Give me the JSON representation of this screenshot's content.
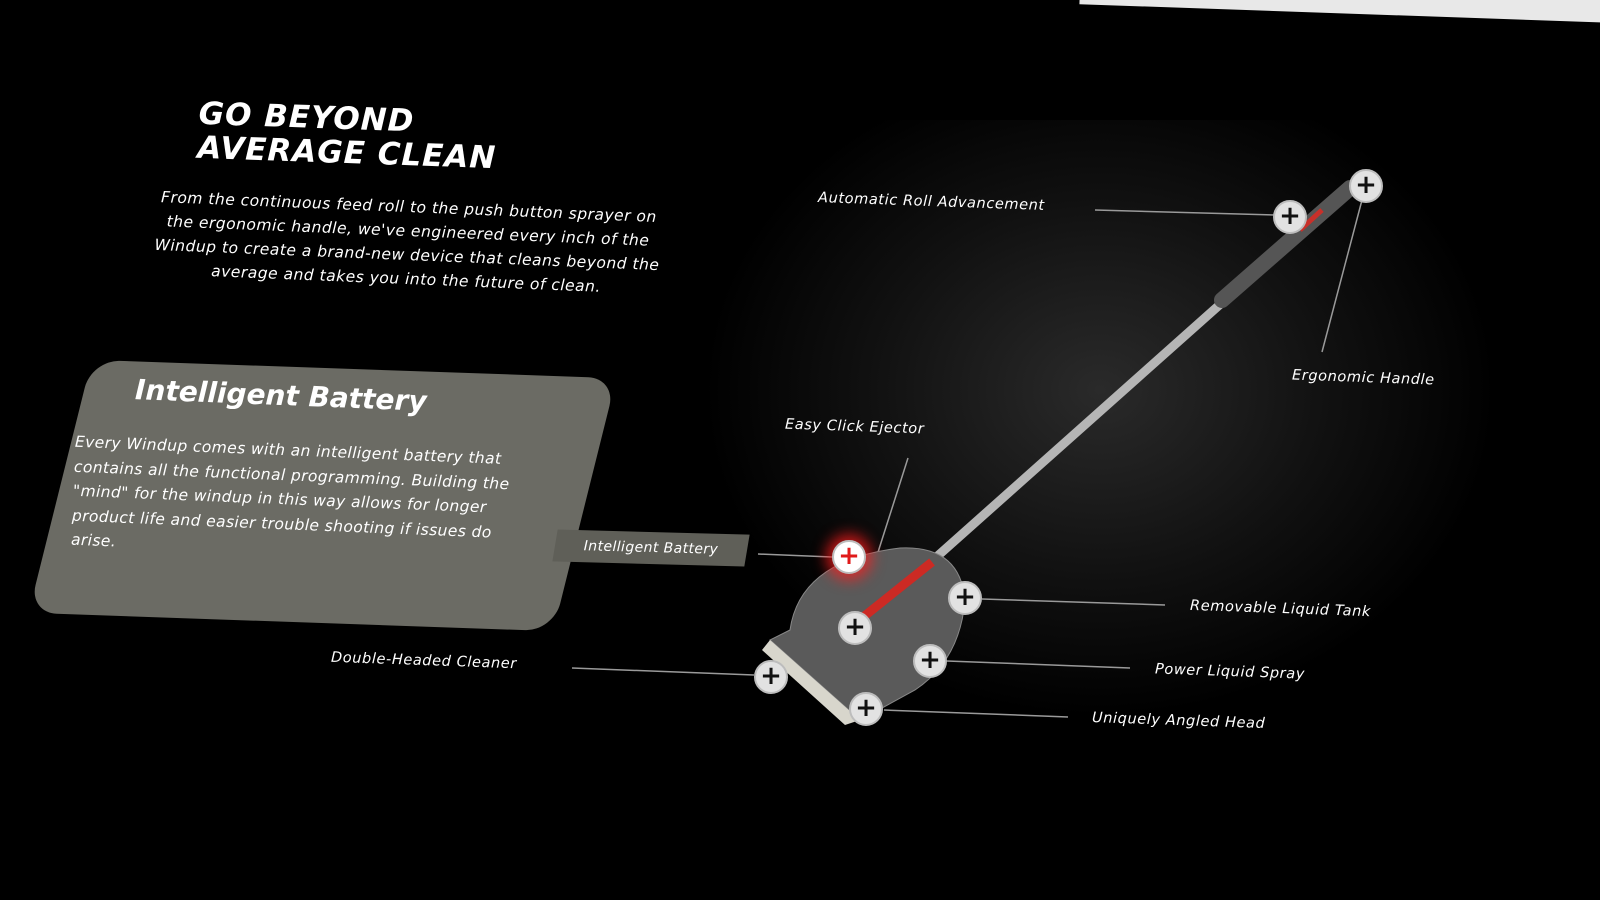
{
  "header": {
    "title_line1": "GO BEYOND",
    "title_line2": "AVERAGE CLEAN"
  },
  "intro": "From the continuous feed roll to the push button sprayer on the ergonomic handle, we've engineered every inch of the Windup to create a brand-new device that cleans beyond the average and takes you into the future of clean.",
  "feature_card": {
    "title": "Intelligent Battery",
    "body": "Every Windup comes with an intelligent battery that contains all the functional programming. Building the \"mind\" for the windup in this way allows for longer product life and easier trouble shooting if issues do arise."
  },
  "hotspots": {
    "icon": "plus-icon",
    "active_tag": "Intelligent Battery",
    "labels": {
      "roll": "Automatic Roll Advancement",
      "handle": "Ergonomic Handle",
      "ejector": "Easy Click Ejector",
      "tank": "Removable Liquid Tank",
      "spray": "Power Liquid Spray",
      "head": "Uniquely Angled Head",
      "cleaner": "Double-Headed Cleaner"
    },
    "plus": "+"
  },
  "colors": {
    "accent": "#e01a1a",
    "card": "#6b6b64",
    "background": "#000000"
  }
}
